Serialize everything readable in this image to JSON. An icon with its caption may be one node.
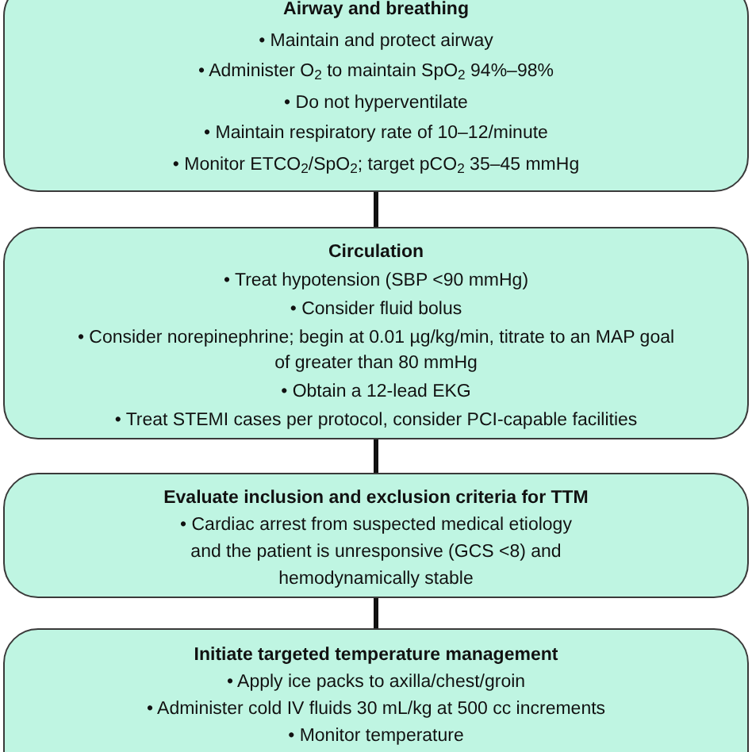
{
  "diagram": {
    "nodes": [
      {
        "text": [
          "Airway and breathing",
          "• Maintain and protect airway",
          "• Administer O$_{2}$ to maintain SpO$_{2}$ 94%–98%",
          "• Do not hyperventilate",
          "• Maintain respiratory rate of 10–12/minute",
          "• Monitor ETCO$_{2}$/SpO$_{2}$; target pCO$_{2}$ 35–45 mmHg"
        ]
      },
      {
        "text": [
          "Circulation",
          "• Treat hypotension (SBP <90 mmHg)",
          "• Consider fluid bolus",
          "• Consider norepinephrine; begin at 0.01 µg/kg/min, titrate to an MAP goal of greater than 80 mmHg",
          "• Obtain a 12-lead EKG",
          "• Treat STEMI cases per protocol, consider PCI-capable facilities"
        ]
      },
      {
        "text": [
          "Evaluate inclusion and exclusion criteria for TTM",
          "• Cardiac arrest from suspected medical etiology and the patient is unresponsive (GCS <8) and hemodynamically stable"
        ]
      },
      {
        "text": [
          "Initiate targeted temperature management",
          "• Apply ice packs to axilla/chest/groin",
          "• Administer cold IV fluids 30 mL/kg at 500 cc increments",
          "• Monitor temperature"
        ]
      }
    ],
    "edges": [
      {
        "from": 0,
        "to": 1,
        "arrow": "none"
      },
      {
        "from": 1,
        "to": 2,
        "arrow": "none"
      },
      {
        "from": 2,
        "to": 3,
        "arrow": "none"
      }
    ]
  }
}
